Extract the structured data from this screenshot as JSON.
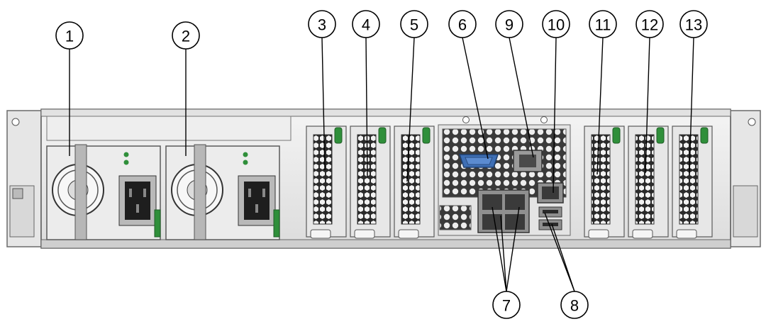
{
  "figure": {
    "title": "",
    "colors": {
      "chassis": "#e9e9e9",
      "chassis_dark": "#cfcfcf",
      "outline": "#5a5a5a",
      "green": "#2f8f3a",
      "vga_blue": "#3e6fb5",
      "mesh": "#2a2a2a",
      "rail": "#b7b7b7"
    },
    "callouts": [
      {
        "label": "1",
        "target": "power-supply-0"
      },
      {
        "label": "2",
        "target": "power-supply-1"
      },
      {
        "label": "3",
        "target": "pcie-slot-1"
      },
      {
        "label": "4",
        "target": "pcie-slot-2"
      },
      {
        "label": "5",
        "target": "pcie-slot-3"
      },
      {
        "label": "6",
        "target": "video-port"
      },
      {
        "label": "7",
        "target": "network-ports"
      },
      {
        "label": "8",
        "target": "usb-ports"
      },
      {
        "label": "9",
        "target": "serial-mgt-port"
      },
      {
        "label": "10",
        "target": "net-mgt-port"
      },
      {
        "label": "11",
        "target": "pcie-slot-4"
      },
      {
        "label": "12",
        "target": "pcie-slot-5"
      },
      {
        "label": "13",
        "target": "pcie-slot-6"
      }
    ]
  }
}
